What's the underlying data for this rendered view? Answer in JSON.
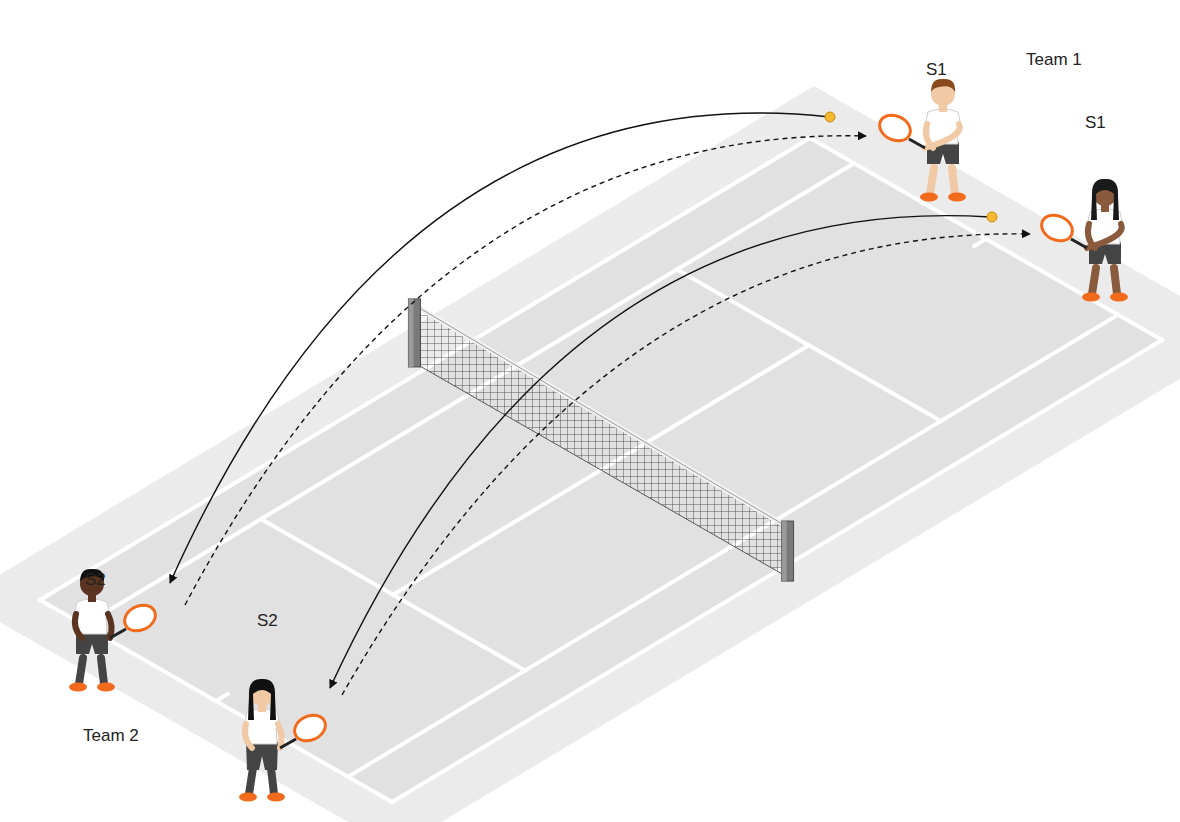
{
  "diagram": {
    "labels": [
      "S1",
      "Team 1",
      "S1",
      "S2",
      "S2",
      "Team 2"
    ]
  }
}
